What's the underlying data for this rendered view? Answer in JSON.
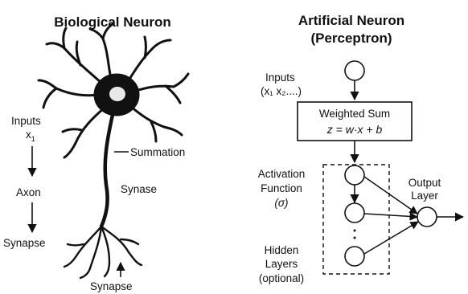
{
  "left": {
    "title": "Biological Neuron",
    "inputs_label": "Inputs",
    "inputs_var": "x",
    "inputs_sub": "1",
    "axon_label": "Axon",
    "synapse_left": "Synapse",
    "summation_label": "Summation",
    "synase_label": "Synase",
    "synapse_bottom": "Synapse"
  },
  "right": {
    "title_line1": "Artificial Neuron",
    "title_line2": "(Perceptron)",
    "inputs_label": "Inputs",
    "inputs_vars": "(x₁ x₂....)",
    "weighted_sum_label": "Weighted Sum",
    "formula": "z = w·x + b",
    "activation_line1": "Activation",
    "activation_line2": "Function",
    "activation_line3": "(σ)",
    "hidden_line1": "Hidden",
    "hidden_line2": "Layers",
    "hidden_line3": "(optional)",
    "output_line1": "Output",
    "output_line2": "Layer"
  }
}
